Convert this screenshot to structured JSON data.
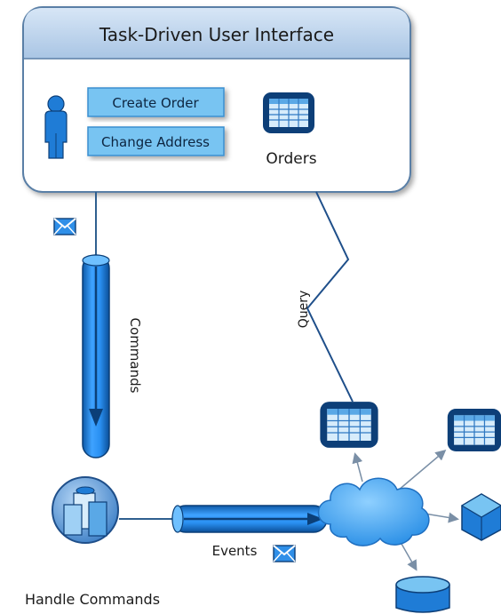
{
  "ui_panel": {
    "title": "Task-Driven User Interface",
    "buttons": {
      "create_order": "Create Order",
      "change_address": "Change Address"
    },
    "orders_label": "Orders"
  },
  "connectors": {
    "commands_label": "Commands",
    "query_label": "Query",
    "events_label": "Events"
  },
  "handler": {
    "label": "Handle Commands"
  },
  "colors": {
    "accent_blue": "#1f7cd6",
    "light_blue": "#78c4f2",
    "dark_navy": "#0d3f78",
    "panel_header": "#b8d1ea",
    "panel_border": "#5a7fa6"
  },
  "icons": {
    "user": "user-icon",
    "envelope": "envelope-icon",
    "table": "table-icon",
    "server": "server-icon",
    "cloud": "cloud-icon",
    "cube": "cube-icon",
    "database": "database-icon"
  }
}
